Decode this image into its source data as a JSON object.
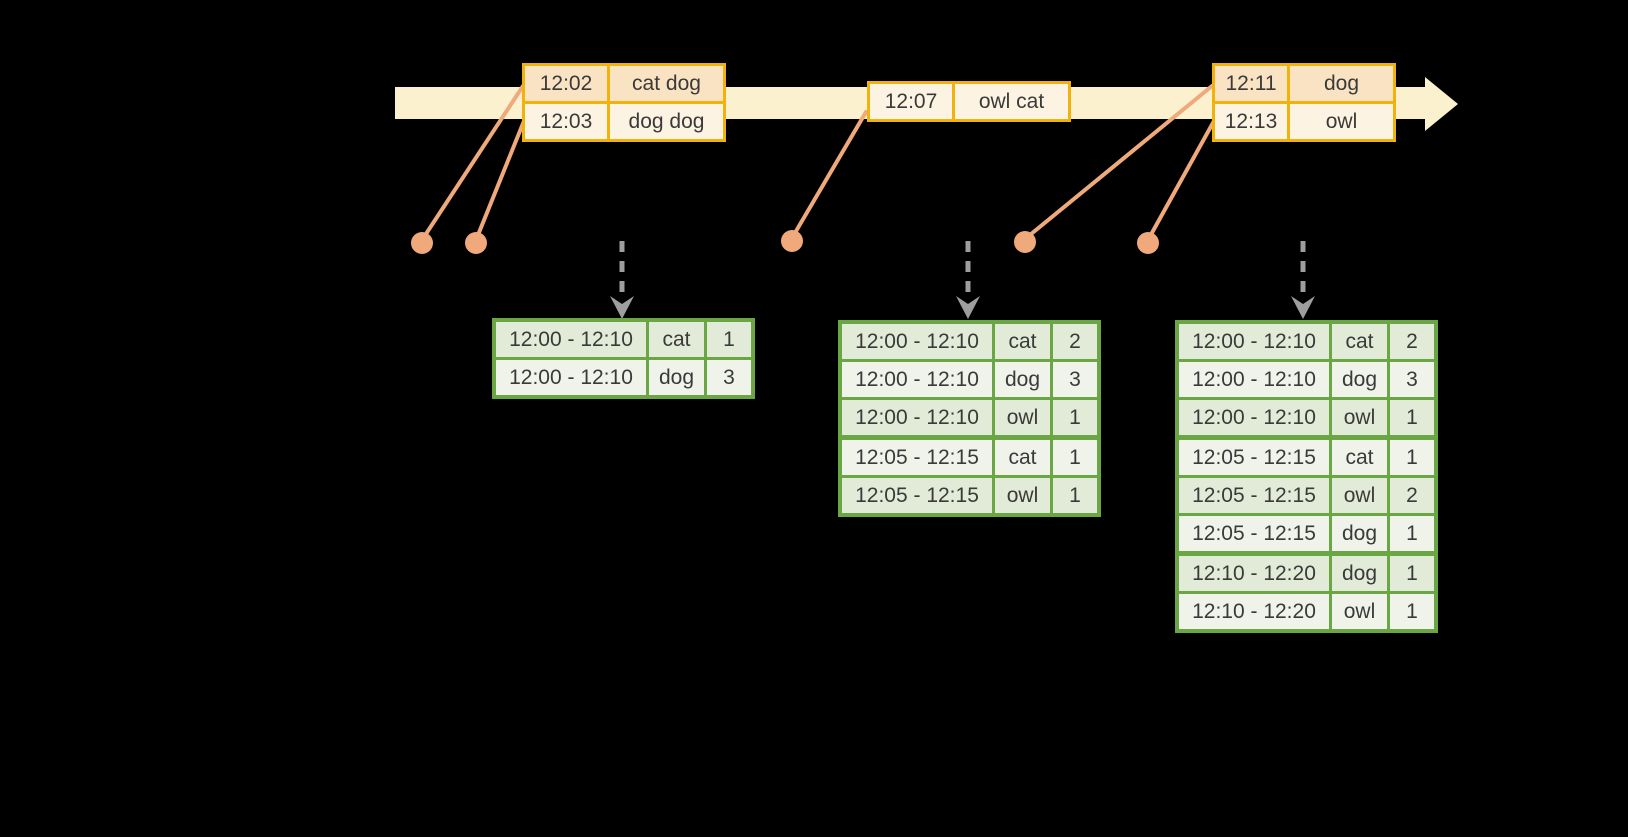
{
  "diagram": {
    "description": "Windowed word-count streaming diagram: events on a time arrow mapped to windowed result tables",
    "colors": {
      "background": "#000000",
      "timeline_fill": "#fcf1ce",
      "event_border": "#f1b30b",
      "event_row_dark": "#fae3c2",
      "event_row_light": "#fdf3e2",
      "connector_orange": "#efa97b",
      "result_border": "#6ba644",
      "result_row_dark": "#e2ebd7",
      "result_row_light": "#eff3e9",
      "trigger_arrow_gray": "#9e9e9e",
      "text": "#3a3a3a"
    }
  },
  "timeline": {
    "events": [
      {
        "rows": [
          {
            "time": "12:02",
            "words": "cat dog"
          },
          {
            "time": "12:03",
            "words": "dog dog"
          }
        ]
      },
      {
        "rows": [
          {
            "time": "12:07",
            "words": "owl cat"
          }
        ]
      },
      {
        "rows": [
          {
            "time": "12:11",
            "words": "dog"
          },
          {
            "time": "12:13",
            "words": "owl"
          }
        ]
      }
    ]
  },
  "result_tables": [
    {
      "rows": [
        {
          "window": "12:00 - 12:10",
          "word": "cat",
          "count": "1"
        },
        {
          "window": "12:00 - 12:10",
          "word": "dog",
          "count": "3"
        }
      ]
    },
    {
      "rows": [
        {
          "window": "12:00 - 12:10",
          "word": "cat",
          "count": "2"
        },
        {
          "window": "12:00 - 12:10",
          "word": "dog",
          "count": "3"
        },
        {
          "window": "12:00 - 12:10",
          "word": "owl",
          "count": "1"
        },
        {
          "window": "12:05 - 12:15",
          "word": "cat",
          "count": "1"
        },
        {
          "window": "12:05 - 12:15",
          "word": "owl",
          "count": "1"
        }
      ]
    },
    {
      "rows": [
        {
          "window": "12:00 - 12:10",
          "word": "cat",
          "count": "2"
        },
        {
          "window": "12:00 - 12:10",
          "word": "dog",
          "count": "3"
        },
        {
          "window": "12:00 - 12:10",
          "word": "owl",
          "count": "1"
        },
        {
          "window": "12:05 - 12:15",
          "word": "cat",
          "count": "1"
        },
        {
          "window": "12:05 - 12:15",
          "word": "owl",
          "count": "2"
        },
        {
          "window": "12:05 - 12:15",
          "word": "dog",
          "count": "1"
        },
        {
          "window": "12:10 - 12:20",
          "word": "dog",
          "count": "1"
        },
        {
          "window": "12:10 - 12:20",
          "word": "owl",
          "count": "1"
        }
      ]
    }
  ]
}
